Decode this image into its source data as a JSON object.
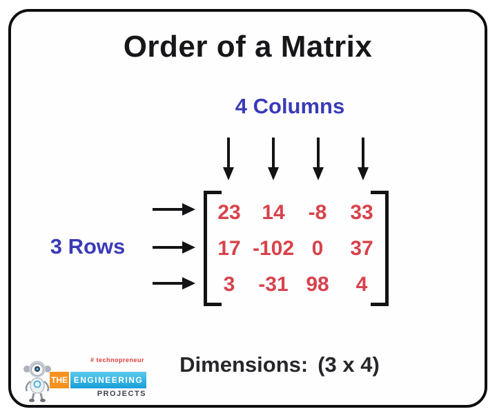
{
  "title": "Order of a Matrix",
  "labels": {
    "columns": "4 Columns",
    "rows": "3 Rows"
  },
  "matrix": {
    "num_rows": 3,
    "num_cols": 4,
    "rows": [
      [
        "23",
        "14",
        "-8",
        "33"
      ],
      [
        "17",
        "-102",
        "0",
        "37"
      ],
      [
        "3",
        "-31",
        "98",
        "4"
      ]
    ]
  },
  "dimensions": {
    "label": "Dimensions:",
    "value": "(3 x 4)"
  },
  "logo": {
    "tagline": "# technopreneur",
    "the": "THE",
    "engineering": "ENGINEERING",
    "projects": "PROJECTS"
  },
  "colors": {
    "label_blue": "#3a3ab8",
    "matrix_red": "#d8424b",
    "ink_black": "#131316",
    "dimensions_ink": "#26262b",
    "logo_orange": "#f6921e",
    "logo_cyan_top": "#5ecaec",
    "logo_cyan_bottom": "#149fd9",
    "tagline_red": "#e23b3b"
  }
}
